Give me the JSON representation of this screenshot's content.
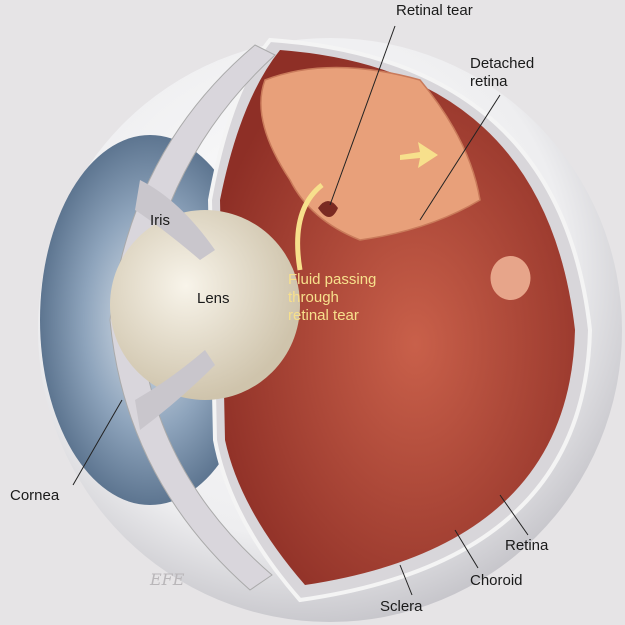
{
  "title": "Retinal detachment",
  "labels": {
    "retinal_tear": "Retinal tear",
    "detached_retina_1": "Detached",
    "detached_retina_2": "retina",
    "iris": "Iris",
    "lens": "Lens",
    "fluid_1": "Fluid passing",
    "fluid_2": "through",
    "fluid_3": "retinal tear",
    "cornea": "Cornea",
    "retina": "Retina",
    "choroid": "Choroid",
    "sclera": "Sclera"
  },
  "signature": "EFE",
  "colors": {
    "background": "#e6e4e6",
    "interior": "#b8503e",
    "detached_retina": "#e8a07a",
    "lens": "#e8e0cc",
    "cornea_blue": "#8ea4bc",
    "arrow_yellow": "#f7e08c"
  }
}
